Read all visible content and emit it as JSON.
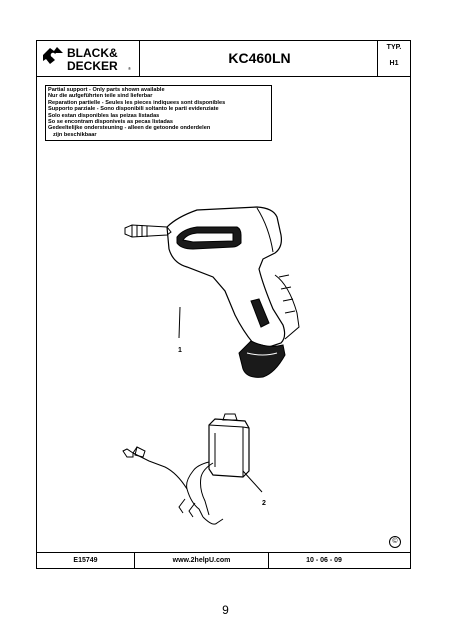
{
  "header": {
    "brand": "BLACK & DECKER",
    "model": "KC460LN",
    "typ_label": "TYP.",
    "typ_value": "H1"
  },
  "support_notes": [
    "Partial support - Only parts shown available",
    "Nur die aufgeführten teile sind lieferbar",
    "Reparation partielle - Seules les pieces indiquees sont disponibles",
    "Supporto parziale - Sono disponibili soltanto le parti evidenziate",
    "Solo estan disponibles las peizas listadas",
    "So se encontram disponiveis as pecas listadas",
    "Gedeeltelijke ondersteuning - alleen de getoonde onderdelen",
    "zijn beschikbaar"
  ],
  "callouts": {
    "item1": "1",
    "item2": "2"
  },
  "copyright_symbol": "©",
  "footer": {
    "doc_number": "E15749",
    "url": "www.2helpU.com",
    "date": "10 - 06 - 09"
  },
  "page_number": "9"
}
